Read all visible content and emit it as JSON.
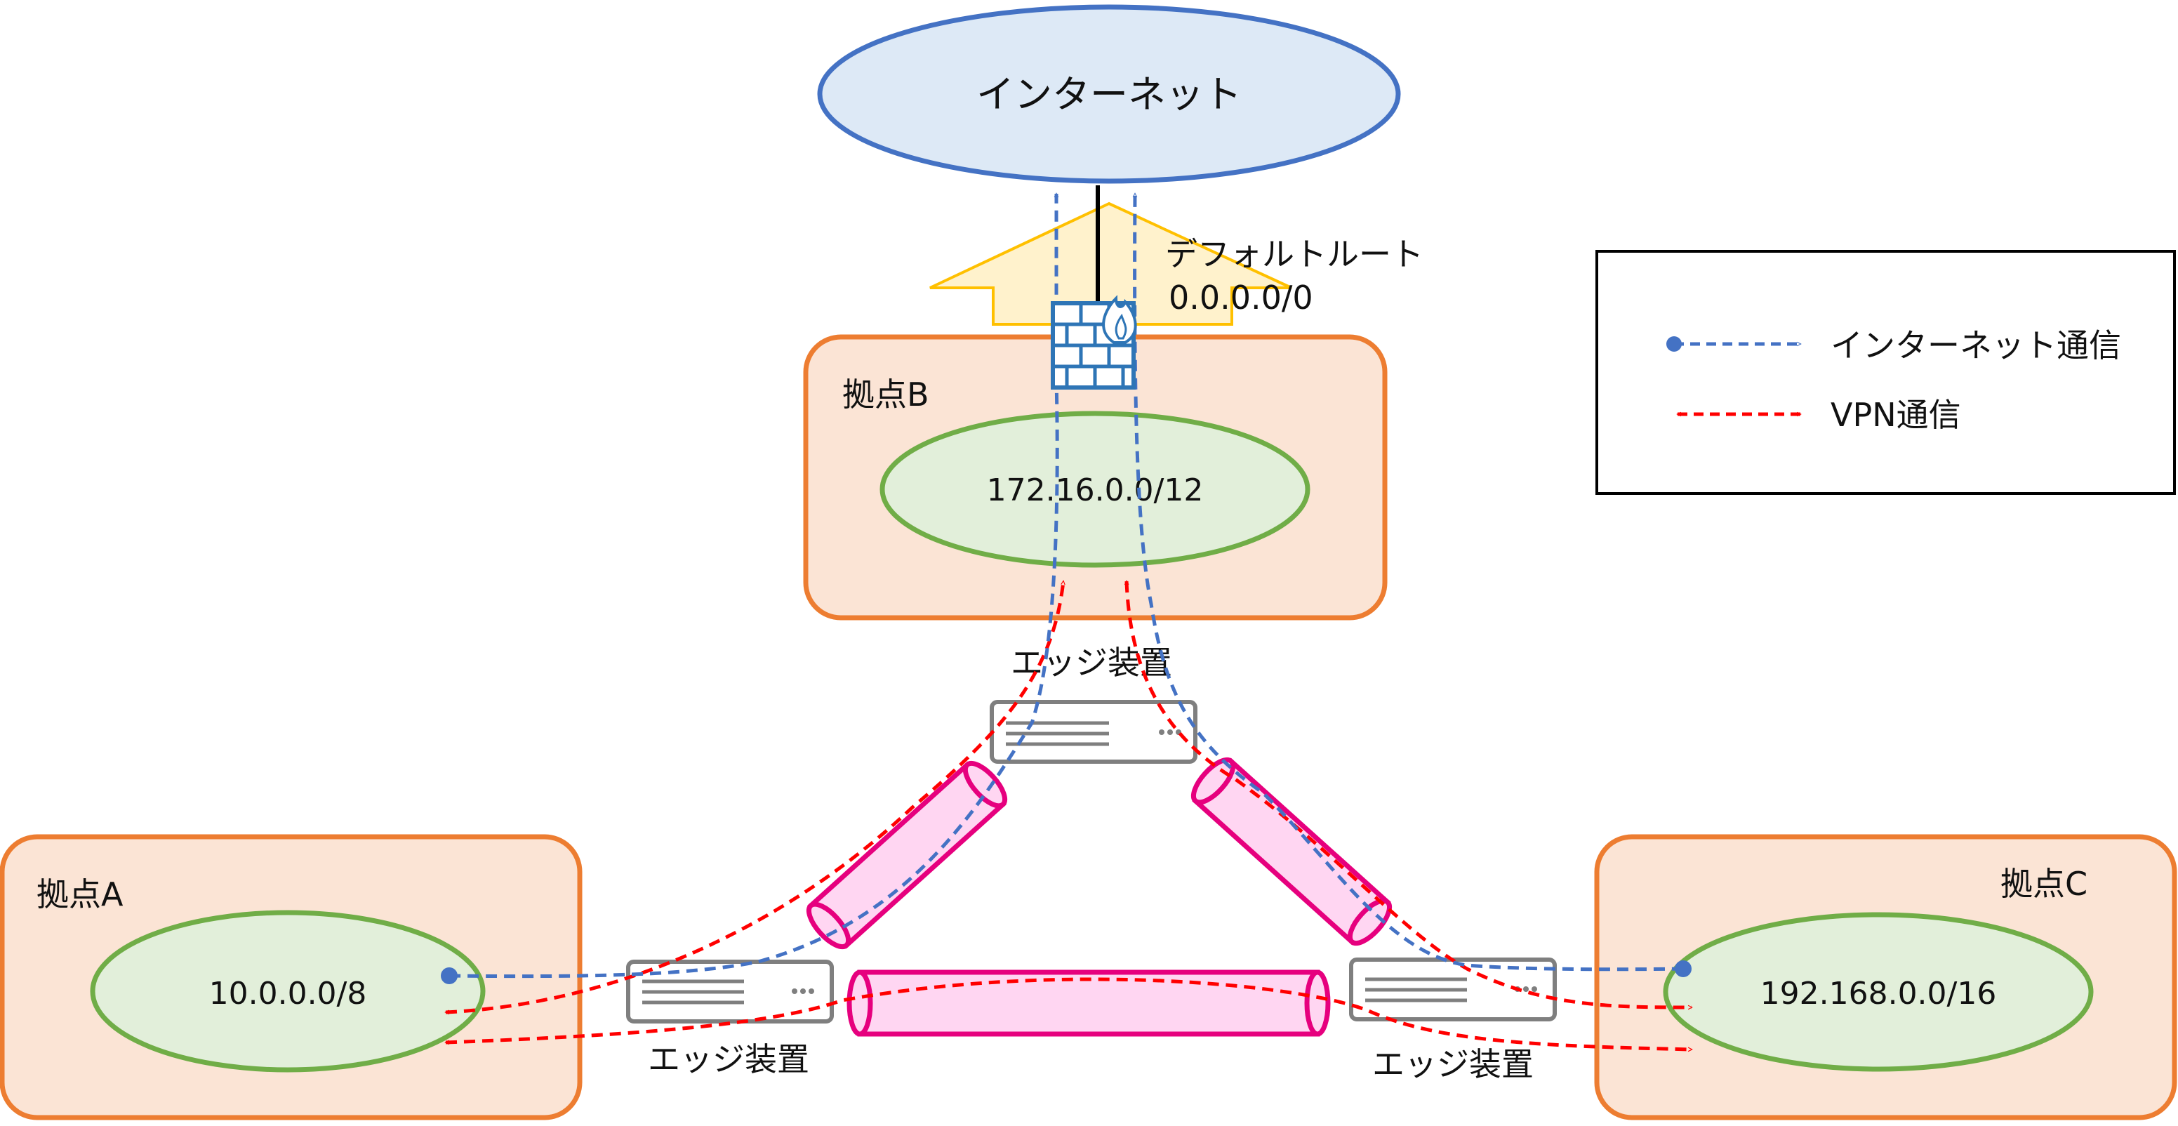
{
  "internet": {
    "label": "インターネット"
  },
  "default_route": {
    "line1": "デフォルトルート",
    "line2": "0.0.0.0/0"
  },
  "sites": {
    "b": {
      "label": "拠点B",
      "network": "172.16.0.0/12"
    },
    "a": {
      "label": "拠点A",
      "network": "10.0.0.0/8"
    },
    "c": {
      "label": "拠点C",
      "network": "192.168.0.0/16"
    }
  },
  "edge_devices": {
    "b": {
      "label": "エッジ装置"
    },
    "a": {
      "label": "エッジ装置"
    },
    "c": {
      "label": "エッジ装置"
    }
  },
  "legend": {
    "internet_traffic": "インターネット通信",
    "vpn_traffic": "VPN通信"
  },
  "colors": {
    "internet_fill": "#dde9f6",
    "internet_stroke": "#4472c4",
    "site_fill": "#fbe4d5",
    "site_stroke": "#ed7d31",
    "network_fill": "#e2efda",
    "network_stroke": "#70ad47",
    "tunnel_fill": "#ffd6f2",
    "tunnel_stroke": "#e6007e",
    "internet_flow": "#4472c4",
    "vpn_flow": "#ff0000",
    "route_arrow_fill": "#fff2cc",
    "route_arrow_stroke": "#ffc000"
  }
}
